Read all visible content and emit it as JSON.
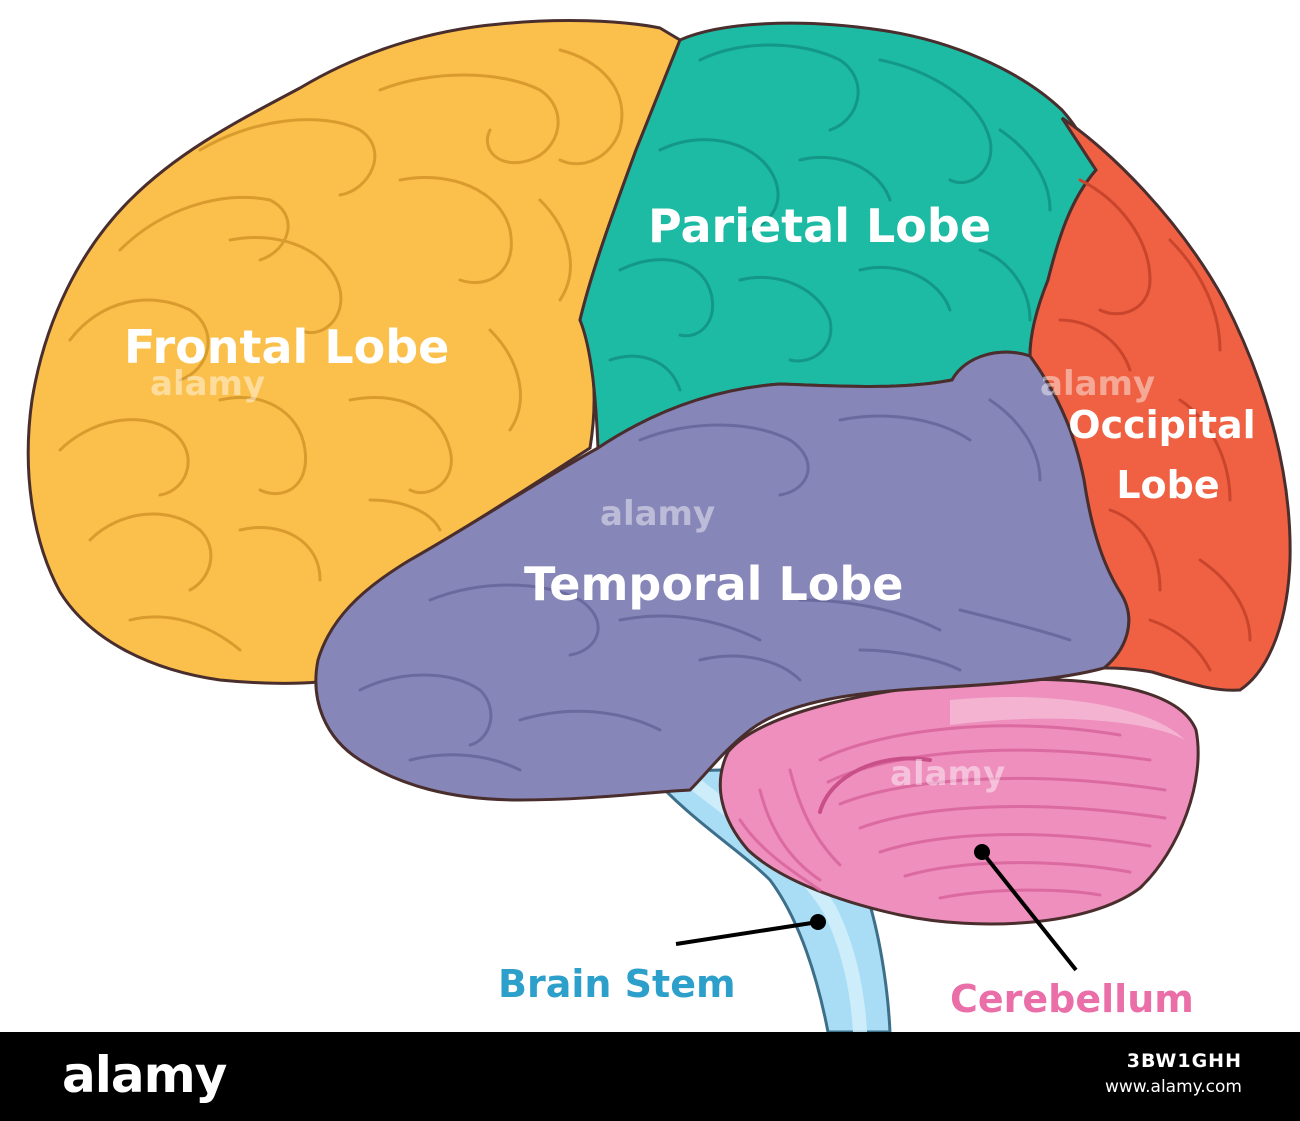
{
  "labels": {
    "frontal": "Frontal Lobe",
    "parietal": "Parietal Lobe",
    "occipital_line1": "Occipital",
    "occipital_line2": "Lobe",
    "temporal": "Temporal Lobe",
    "brain_stem": "Brain Stem",
    "cerebellum": "Cerebellum"
  },
  "watermark": {
    "text": "alamy"
  },
  "footer": {
    "logo": "alamy",
    "image_id": "3BW1GHH",
    "url": "www.alamy.com"
  },
  "colors": {
    "frontal": "#fbc04b",
    "parietal": "#1dbaa4",
    "occipital": "#ef6142",
    "temporal": "#8786b8",
    "cerebellum": "#ee8fbd",
    "brain_stem": "#a9ddf5",
    "outline": "#4a2e2e",
    "brain_stem_label": "#2d9fcb",
    "cerebellum_label": "#ea6fa8"
  }
}
